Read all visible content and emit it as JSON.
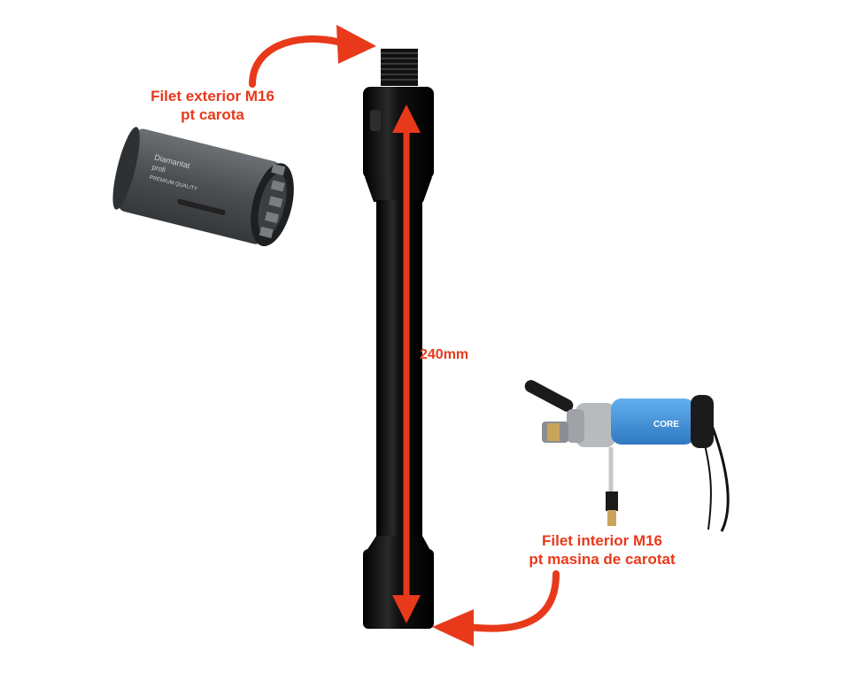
{
  "annotations": {
    "top_label_line1": "Filet exterior M16",
    "top_label_line2": "pt carota",
    "bottom_label_line1": "Filet interior M16",
    "bottom_label_line2": "pt masina de carotat",
    "dimension": "240mm"
  },
  "colors": {
    "accent": "#e8391b",
    "rod": "#0b0b0b",
    "core_bit": "#55585c",
    "drill_body": "#3f90d8"
  },
  "core_bit_markings": {
    "brand": "Diamantat",
    "line2": "profi",
    "line3": "PREMIUM QUALITY"
  },
  "drill_markings": {
    "brand": "CORE"
  }
}
